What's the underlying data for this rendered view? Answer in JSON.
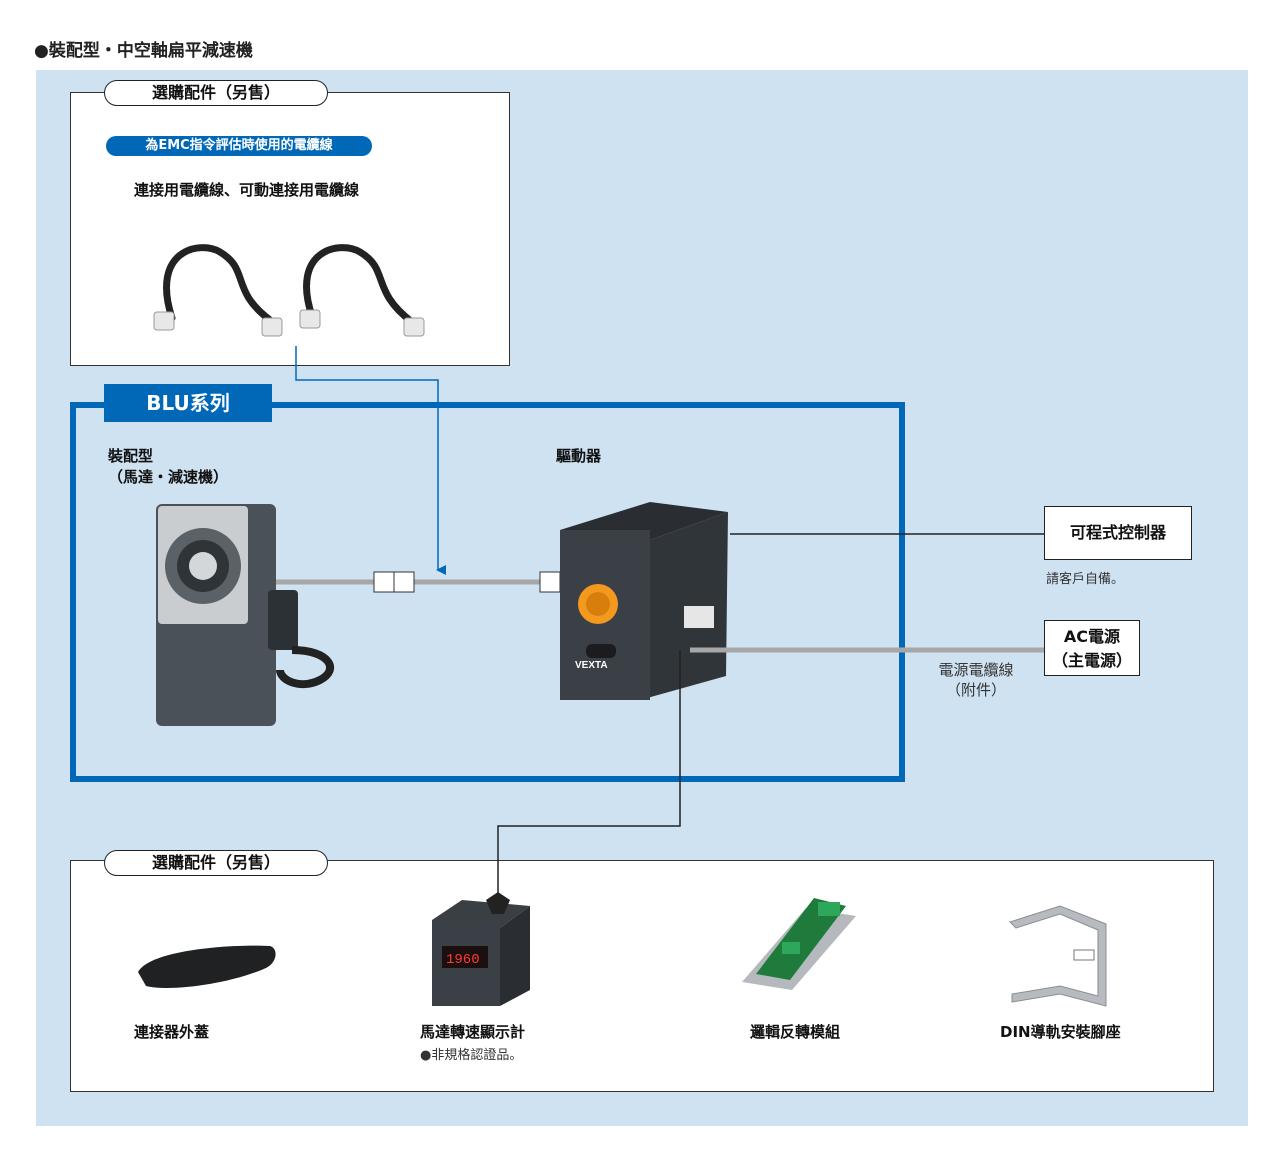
{
  "page_title": "●裝配型・中空軸扁平減速機",
  "top_accessories": {
    "header": "選購配件（另售）",
    "emc_badge": "為EMC指令評估時使用的電纜線",
    "cable_label": "連接用電纜線、可動連接用電纜線"
  },
  "series": {
    "tab": "BLU系列",
    "motor_label_1": "裝配型",
    "motor_label_2": "（馬達・減速機）",
    "driver_label": "驅動器",
    "driver_brand": "VEXTA"
  },
  "controller": {
    "label": "可程式控制器",
    "note": "請客戶自備。"
  },
  "ac_power": {
    "line1": "AC電源",
    "line2": "（主電源）",
    "cable_1": "電源電纜線",
    "cable_2": "（附件）"
  },
  "bottom_accessories": {
    "header": "選購配件（另售）",
    "items": [
      {
        "label": "連接器外蓋"
      },
      {
        "label": "馬達轉速顯示計",
        "note": "●非規格認證品。",
        "display": "1960"
      },
      {
        "label": "邏輯反轉模組"
      },
      {
        "label": "DIN導軌安裝腳座"
      }
    ]
  },
  "colors": {
    "accent": "#0068b7",
    "panel_bg": "#cfe2f1",
    "knob": "#f39a1e"
  }
}
